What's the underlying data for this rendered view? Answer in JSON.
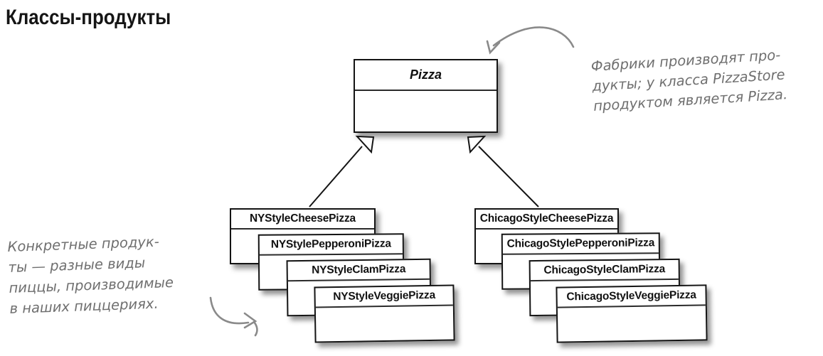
{
  "page_title": "Классы-продукты",
  "diagram": {
    "base_class_name": "Pizza",
    "left_stack": [
      "NYStyleCheesePizza",
      "NYStylePepperoniPizza",
      "NYStyleClamPizza",
      "NYStyleVeggiePizza"
    ],
    "right_stack": [
      "ChicagoStyleCheesePizza",
      "ChicagoStylePepperoniPizza",
      "ChicagoStyleClamPizza",
      "ChicagoStyleVeggiePizza"
    ]
  },
  "annotations": {
    "factory_note": {
      "lines": [
        "Фабрики производят про-",
        "дукты; у класса PizzaStore",
        "продуктом является Pizza."
      ]
    },
    "products_note": {
      "lines": [
        "Конкретные продук-",
        "ты — разные виды",
        "пиццы, производимые",
        "в наших пиццериях."
      ]
    }
  },
  "colors": {
    "box_border": "#141414",
    "box_fill": "#ffffff",
    "handwriting": "#6f6f6f"
  }
}
